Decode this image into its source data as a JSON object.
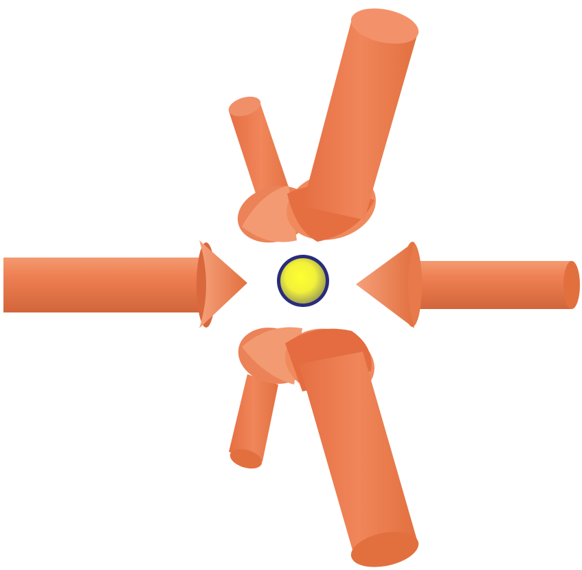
{
  "figure": {
    "description_free": true,
    "colors": {
      "background": "#ffffff",
      "beam_light": "#f08a5d",
      "beam_mid": "#e9764a",
      "beam_dark": "#c95f36",
      "cap_light": "#f7a27d",
      "atom_center": "#ffff3a",
      "atom_edge": "#b7b84a",
      "atom_ring": "#2a2c7a"
    },
    "beams": [
      {
        "id": "left",
        "direction": "inward",
        "icon": "arrow-right"
      },
      {
        "id": "right",
        "direction": "inward",
        "icon": "arrow-left"
      },
      {
        "id": "upper-back",
        "direction": "inward",
        "icon": "arrow-down"
      },
      {
        "id": "upper-front",
        "direction": "inward",
        "icon": "arrow-down"
      },
      {
        "id": "lower-back",
        "direction": "inward",
        "icon": "arrow-up"
      },
      {
        "id": "lower-front",
        "direction": "inward",
        "icon": "arrow-up"
      }
    ],
    "center": {
      "icon": "atom-sphere"
    }
  }
}
